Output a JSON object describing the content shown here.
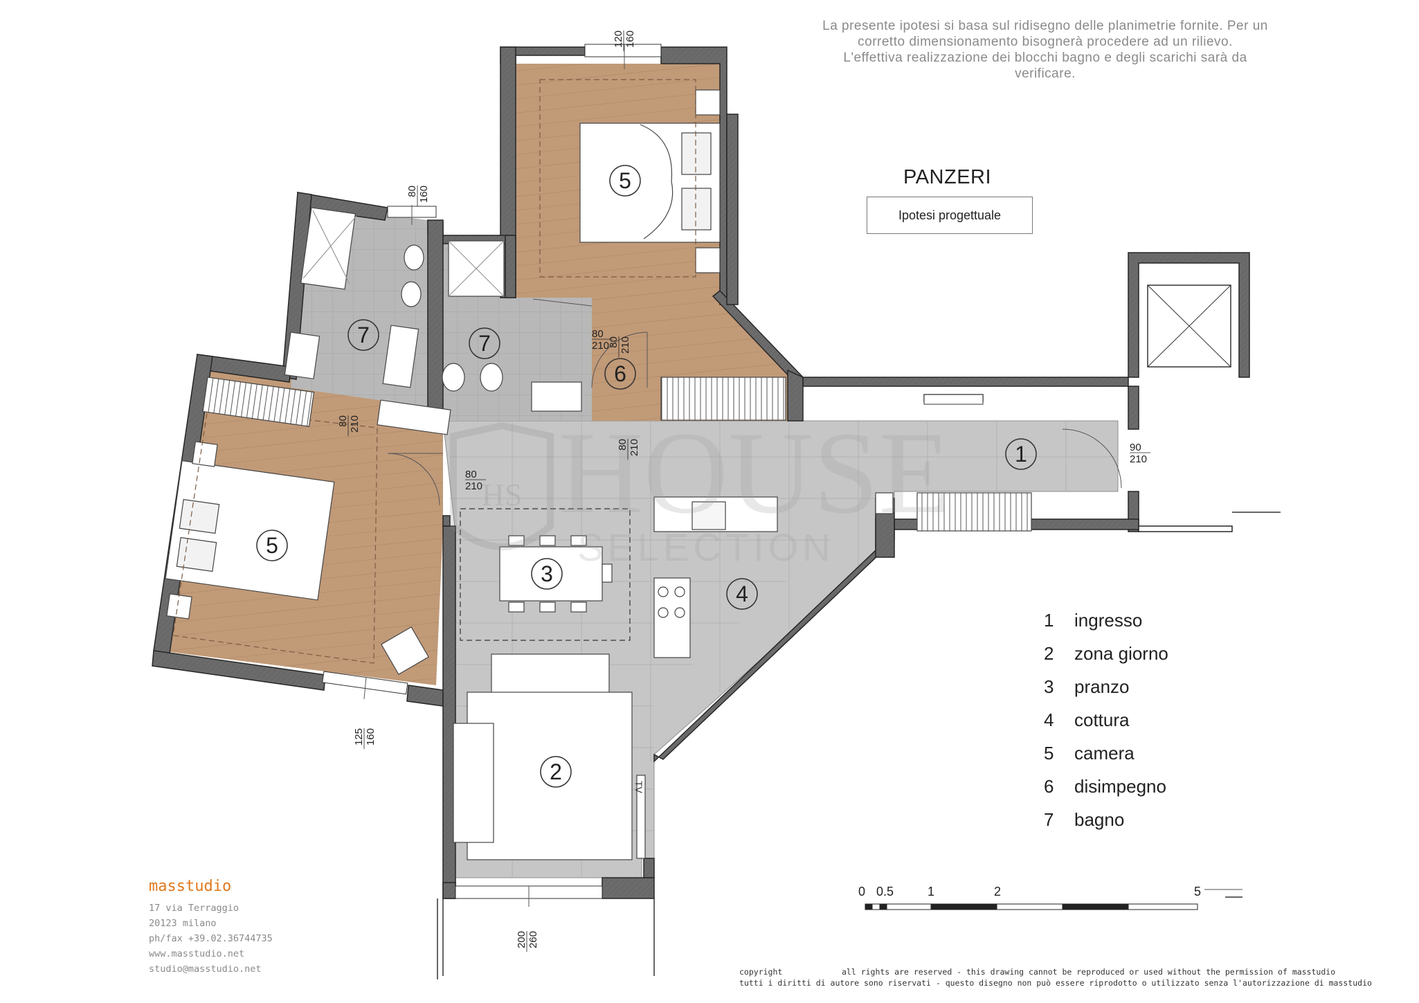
{
  "note_lines": [
    "La presente ipotesi si basa sul ridisegno delle planimetrie fornite. Per un",
    "corretto dimensionamento bisognerà procedere ad un rilievo.",
    "L'effettiva realizzazione dei blocchi bagno e degli scarichi sarà da",
    "verificare."
  ],
  "project": {
    "title": "PANZERI",
    "subtitle": "Ipotesi progettuale"
  },
  "legend": [
    {
      "num": "1",
      "label": "ingresso"
    },
    {
      "num": "2",
      "label": "zona giorno"
    },
    {
      "num": "3",
      "label": "pranzo"
    },
    {
      "num": "4",
      "label": "cottura"
    },
    {
      "num": "5",
      "label": "camera"
    },
    {
      "num": "6",
      "label": "disimpegno"
    },
    {
      "num": "7",
      "label": "bagno"
    }
  ],
  "room_markers": [
    "1",
    "2",
    "3",
    "4",
    "5",
    "5",
    "6",
    "7",
    "7"
  ],
  "openings": [
    {
      "w": "120",
      "h": "160"
    },
    {
      "w": "80",
      "h": "160"
    },
    {
      "w": "80",
      "h": "210"
    },
    {
      "w": "80",
      "h": "210"
    },
    {
      "w": "80",
      "h": "210"
    },
    {
      "w": "80",
      "h": "210"
    },
    {
      "w": "80",
      "h": "210"
    },
    {
      "w": "90",
      "h": "210"
    },
    {
      "w": "125",
      "h": "160"
    },
    {
      "w": "200",
      "h": "260"
    }
  ],
  "tv_label": "TV",
  "watermark": {
    "word": "HOUSE",
    "sub": "SELECTION",
    "mono": "HS"
  },
  "scale_labels": [
    "0",
    "0.5",
    "1",
    "2",
    "5"
  ],
  "studio": {
    "name": "masstudio",
    "lines": [
      "17 via Terraggio",
      "20123 milano",
      "ph/fax +39.02.36744735",
      "www.masstudio.net",
      "studio@masstudio.net"
    ]
  },
  "copyright": {
    "word": "copyright",
    "line1": "all rights are reserved - this drawing cannot be reproduced or used without the permission of masstudio",
    "line2": "tutti i diritti di autore sono riservati - questo disegno non può essere riprodotto o utilizzato senza l'autorizzazione di masstudio"
  },
  "colors": {
    "wall": "#6b6b6b",
    "wall_edge": "#262626",
    "wood": "#c19a78",
    "tile": "#c6c6c6",
    "bath_tile": "#b9b9b9",
    "note_text": "#8a8a8a",
    "brand": "#e0781d"
  }
}
